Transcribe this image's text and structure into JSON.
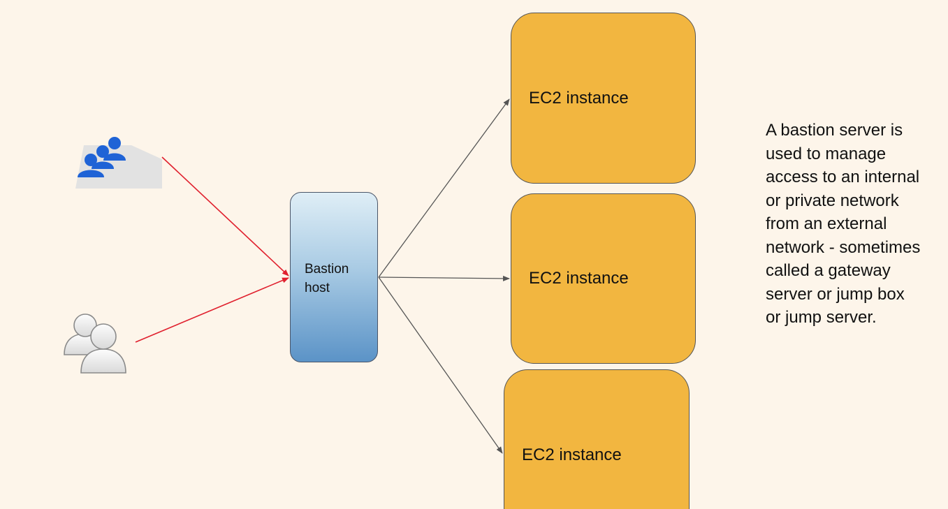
{
  "bastion_host": {
    "label": "Bastion\nhost"
  },
  "ec2_instances": [
    {
      "label": "EC2 instance"
    },
    {
      "label": "EC2 instance"
    },
    {
      "label": "EC2 instance"
    }
  ],
  "description": {
    "lines": [
      "A bastion server is",
      "used to manage",
      "access to an internal",
      "or private network",
      "from an external",
      "network - sometimes",
      "called a gateway",
      "server or jump box",
      "or jump server."
    ]
  },
  "icons": {
    "external_users": "user-group-icon",
    "internal_users": "users-outline-icon"
  },
  "colors": {
    "background": "#fdf5ea",
    "ec2_fill": "#f2b640",
    "user_arrow": "#e0202e",
    "instance_arrow": "#555555",
    "blue_users": "#1f63d6"
  }
}
